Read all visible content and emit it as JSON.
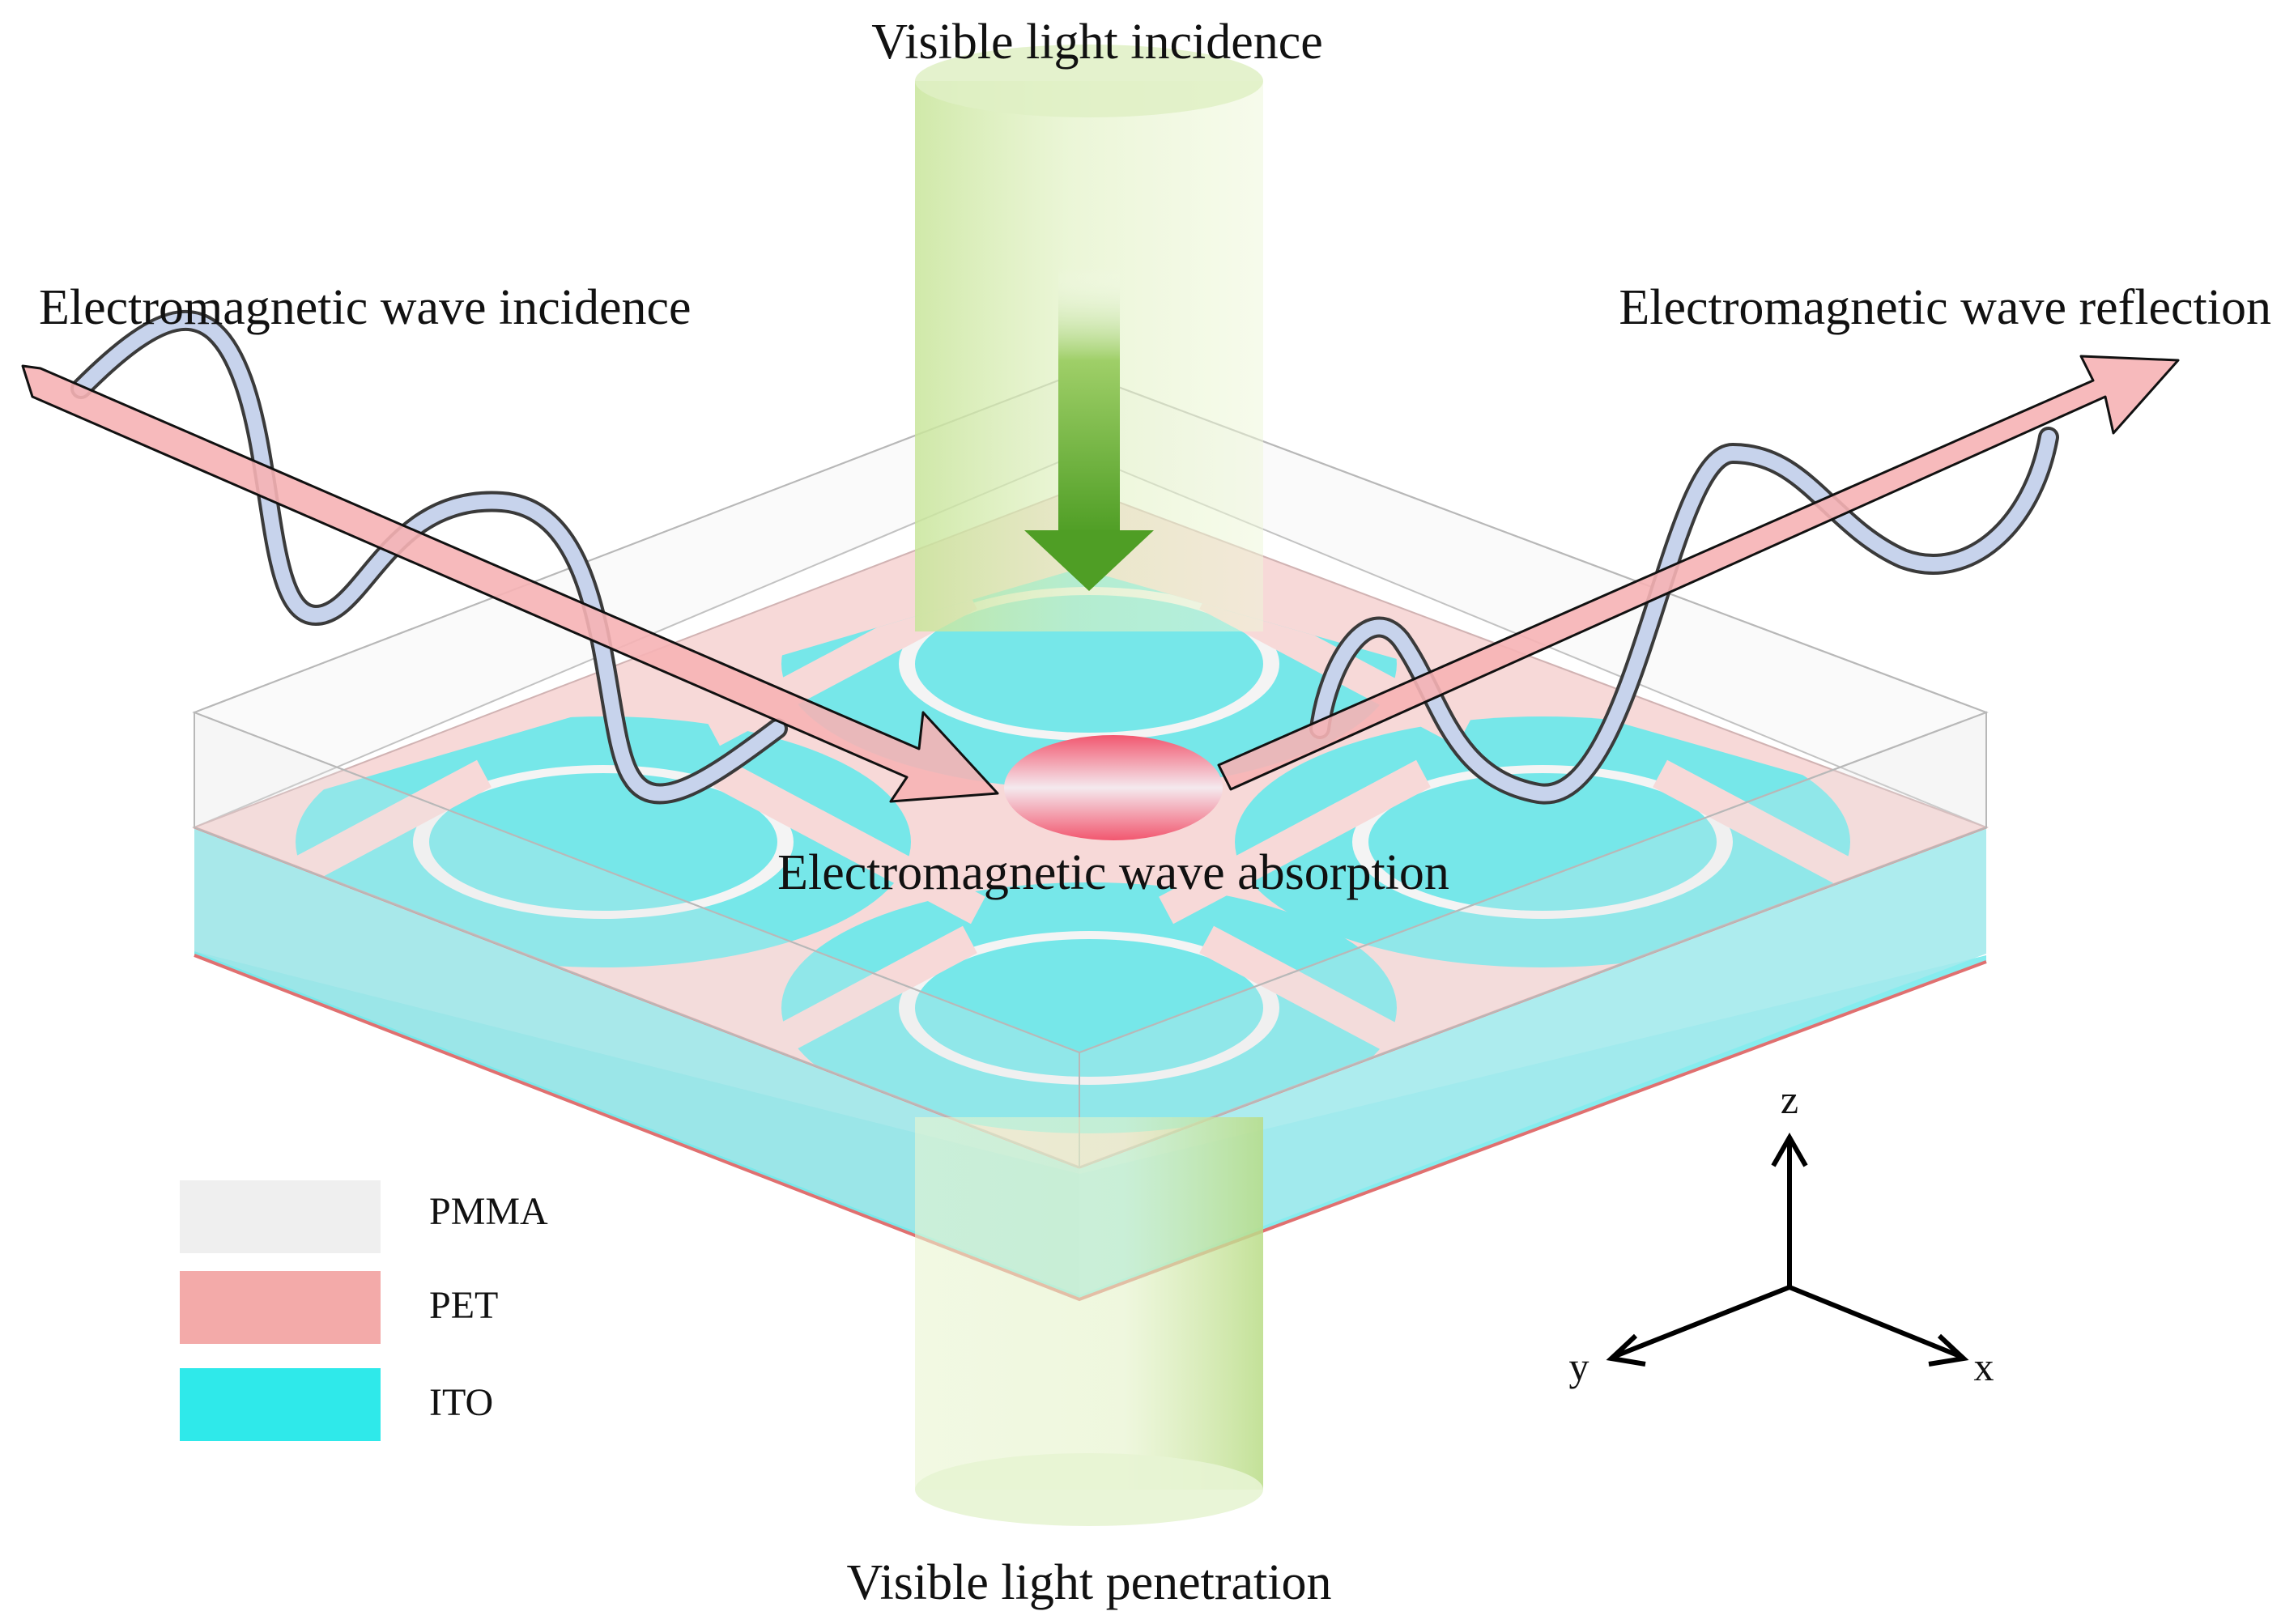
{
  "labels": {
    "visible_incidence": "Visible light incidence",
    "visible_penetration": "Visible light penetration",
    "em_incidence": "Electromagnetic wave incidence",
    "em_reflection": "Electromagnetic wave reflection",
    "em_absorption": "Electromagnetic wave absorption"
  },
  "legend": [
    {
      "label": "PMMA",
      "color": "#efefef"
    },
    {
      "label": "PET",
      "color": "#f3aaa9"
    },
    {
      "label": "ITO",
      "color": "#2fe9ea"
    }
  ],
  "axes": {
    "z": "z",
    "y": "y",
    "x": "x"
  },
  "colors": {
    "ito": "#5fe3e6",
    "pet": "#f6cfcf",
    "pmma": "#ededed",
    "light_beam": "#cfe7a4",
    "light_arrow": "#5aa52c",
    "em_arrow": "#f6b3b5",
    "wave": "#c7d3ec",
    "absorption": "#f0506a"
  }
}
